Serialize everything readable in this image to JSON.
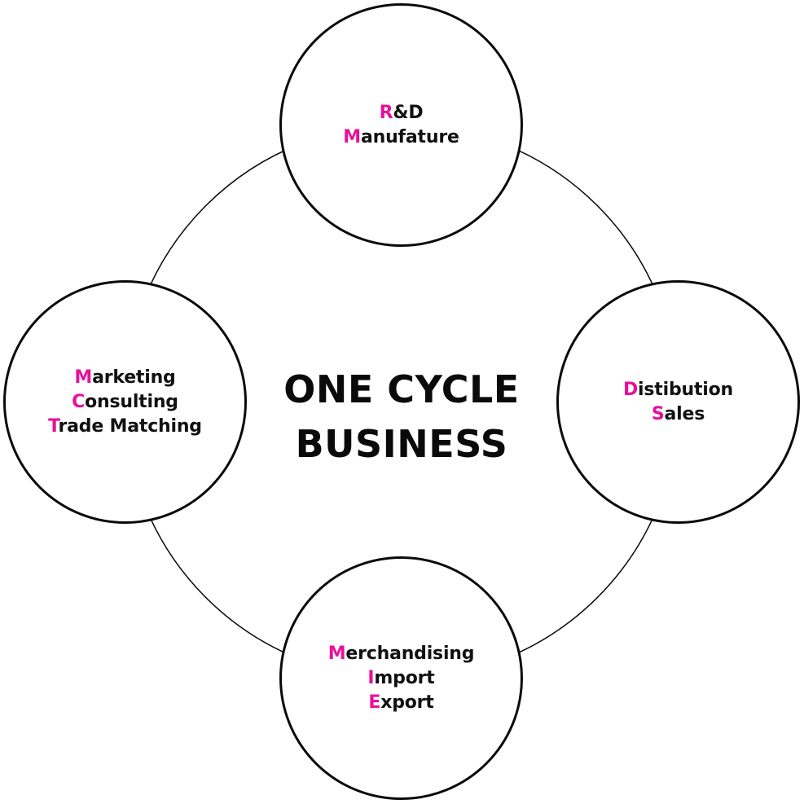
{
  "title": {
    "line1": "ONE CYCLE",
    "line2": "BUSINESS"
  },
  "accent_color": "#e8109b",
  "stroke_color": "#0a0a0a",
  "nodes": {
    "top": {
      "lines": [
        {
          "initial": "R",
          "rest": "&D"
        },
        {
          "initial": "M",
          "rest": "anufature"
        }
      ]
    },
    "right": {
      "lines": [
        {
          "initial": "D",
          "rest": "istibution"
        },
        {
          "initial": "S",
          "rest": "ales"
        }
      ]
    },
    "bottom": {
      "lines": [
        {
          "initial": "M",
          "rest": "erchandising"
        },
        {
          "initial": "I",
          "rest": "mport"
        },
        {
          "initial": "E",
          "rest": "xport"
        }
      ]
    },
    "left": {
      "lines": [
        {
          "initial": "M",
          "rest": "arketing"
        },
        {
          "initial": "C",
          "rest": "onsulting"
        },
        {
          "initial": "T",
          "rest": "rade Matching"
        }
      ]
    }
  }
}
